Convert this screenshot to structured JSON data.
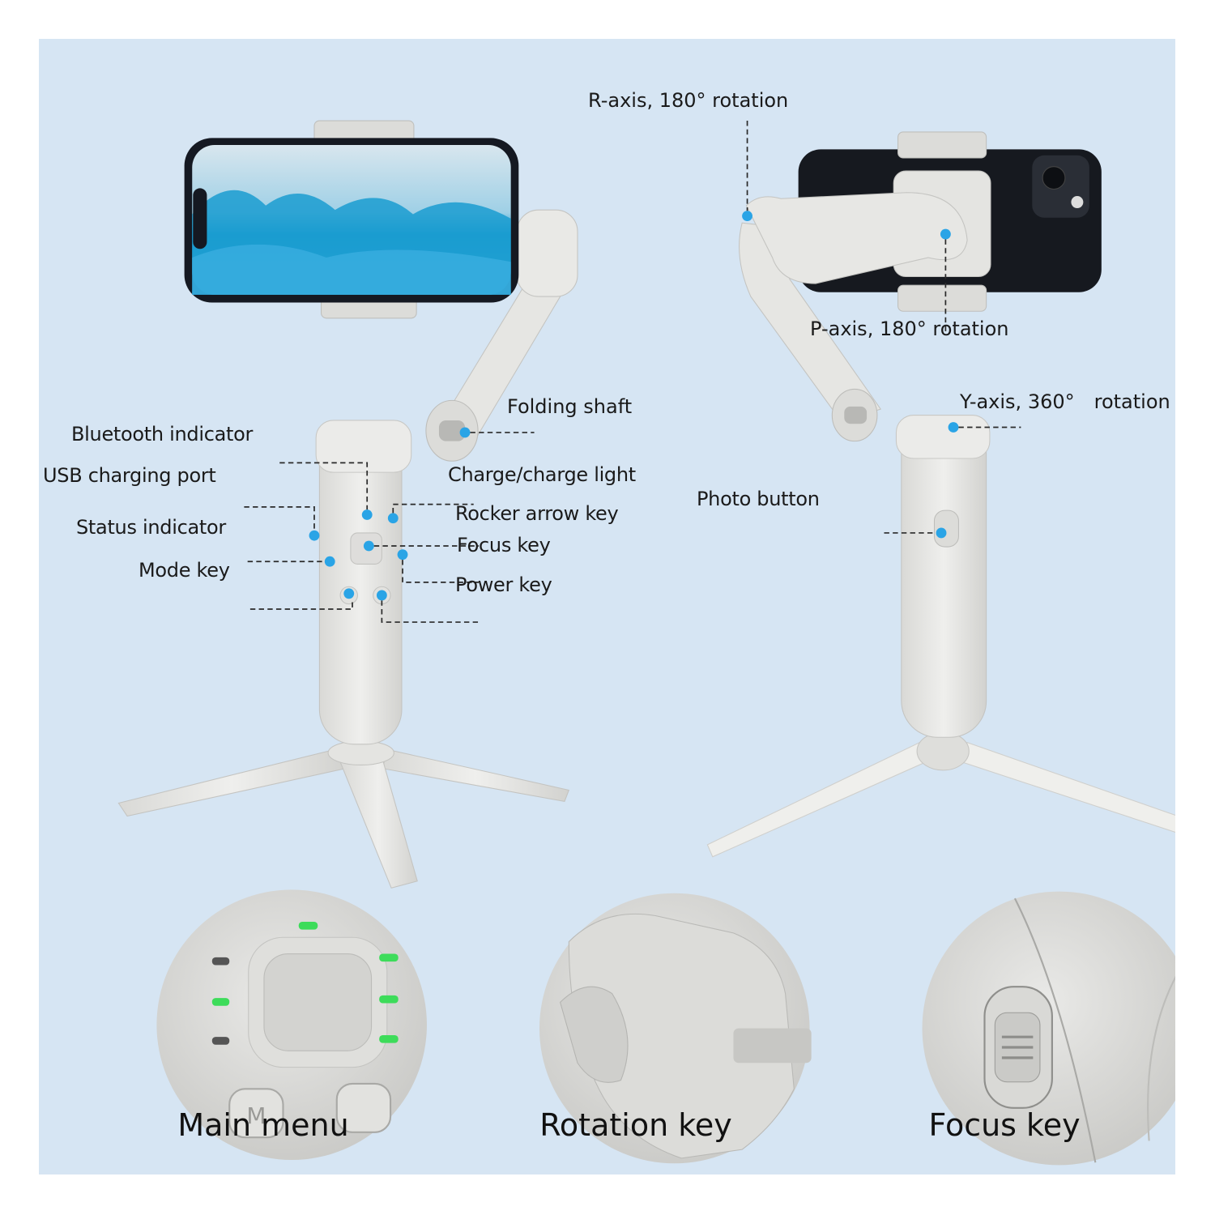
{
  "callouts": {
    "r_axis": "R-axis, 180° rotation",
    "p_axis": "P-axis, 180° rotation",
    "y_axis": "Y-axis, 360° rotation",
    "folding_shaft": "Folding shaft",
    "bluetooth_indicator": "Bluetooth indicator",
    "usb_charging_port": "USB charging port",
    "charge_light": "Charge/charge light",
    "rocker_arrow_key": "Rocker arrow key",
    "status_indicator": "Status indicator",
    "focus_key": "Focus key",
    "mode_key": "Mode key",
    "power_key": "Power key",
    "photo_button": "Photo button"
  },
  "captions": {
    "main_menu": "Main menu",
    "rotation_key": "Rotation key",
    "focus_key": "Focus key"
  },
  "button_marks": {
    "mode": "M"
  },
  "colors": {
    "panel_bg": "#d6e5f3",
    "device_body": "#e8e8e6",
    "marker_blue": "#2aa4e6",
    "led_green": "#3ddc5a",
    "phone_screen_wave": "#1a9cd0"
  }
}
